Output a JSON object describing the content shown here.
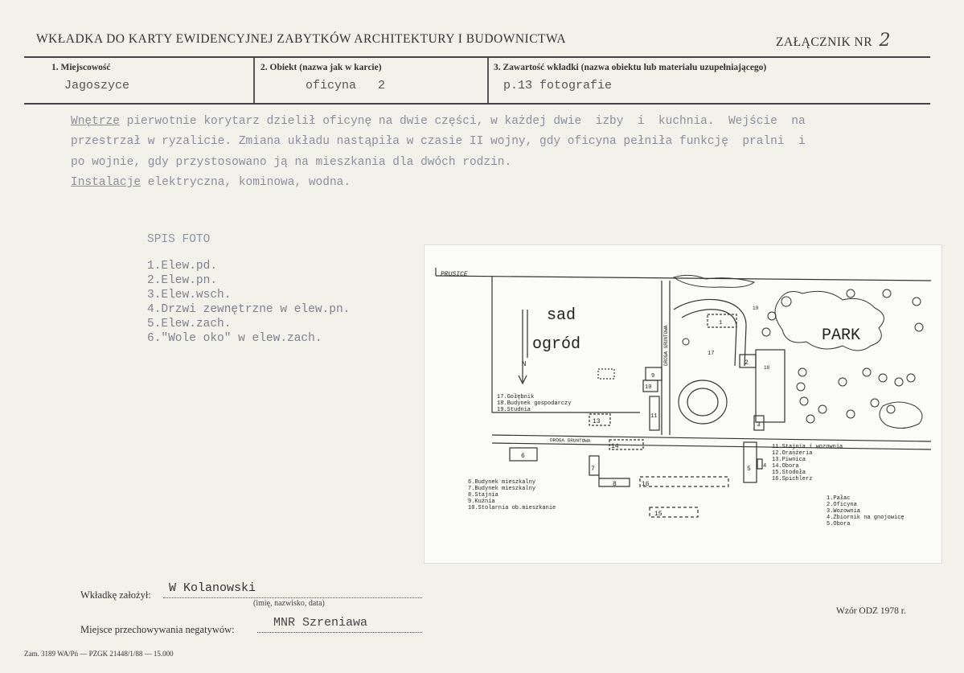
{
  "header": {
    "title": "WKŁADKA DO KARTY EWIDENCYJNEJ ZABYTKÓW ARCHITEKTURY I BUDOWNICTWA",
    "annex_label": "ZAŁĄCZNIK NR",
    "annex_number": "2"
  },
  "fields": {
    "locality": {
      "label": "1. Miejscowość",
      "value": "Jagoszyce"
    },
    "object": {
      "label": "2. Obiekt (nazwa jak w karcie)",
      "value": "oficyna   2"
    },
    "content": {
      "label": "3. Zawartość wkładki (nazwa obiektu lub materiału uzupełniającego)",
      "value": "p.13 fotografie"
    }
  },
  "body": {
    "interior_label": "Wnętrze",
    "line1_rest": " pierwotnie korytarz dzielił oficynę na dwie części, w każdej dwie  izby  i  kuchnia.  Wejście  na",
    "line2": "przestrzał w ryzalicie. Zmiana układu nastąpiła w czasie II wojny, gdy oficyna pełniła funkcję  pralni  i",
    "line3": "po wojnie, gdy przystosowano ją na mieszkania dla dwóch rodzin.",
    "install_label": "Instalacje",
    "line4_rest": " elektryczna, kominowa, wodna."
  },
  "photo_list": {
    "title": "SPIS FOTO",
    "items": [
      "1.Elew.pd.",
      "2.Elew.pn.",
      "3.Elew.wsch.",
      "4.Drzwi zewnętrzne w elew.pn.",
      "5.Elew.zach.",
      "6.\"Wole oko\" w elew.zach."
    ]
  },
  "map": {
    "road_top": "PRUSICE",
    "sad": "sad",
    "ogrod": "ogród",
    "park": "PARK",
    "north": "N",
    "road_vertical": "DROGA GRUNTOWA",
    "road_bottom": "DROGA GRUNTOWA",
    "legend_a": [
      "17.Gołębnik",
      "18.Budynek gospodarczy",
      "19.Studnia"
    ],
    "legend_b": [
      "6.Budynek mieszkalny",
      "7.Budynek mieszkalny",
      "8.Stajnia",
      "9.Kuźnia",
      "10.Stolarnia ob.mieszkanie"
    ],
    "legend_c": [
      "11.Stajnia i wozownia",
      "12.Oranżeria",
      "13.Piwnica",
      "14.Obora",
      "15.Stodoła",
      "16.Spichlerz"
    ],
    "legend_d": [
      "1.Pałac",
      "2.Oficyna",
      "3.Wozownia",
      "4.Zbiornik na gnojowicę",
      "5.Obora"
    ],
    "building_numbers": [
      "1",
      "2",
      "3",
      "4",
      "5",
      "6",
      "7",
      "8",
      "9",
      "10",
      "11",
      "13",
      "14",
      "15",
      "16",
      "17",
      "18",
      "19"
    ]
  },
  "footer": {
    "founder_label": "Wkładkę założył:",
    "founder_value": "W Kolanowski",
    "founder_hint": "(imię, nazwisko, data)",
    "storage_label": "Miejsce przechowywania negatywów:",
    "storage_value": "MNR Szreniawa",
    "pattern": "Wzór ODZ 1978 r.",
    "order": "Zam. 3189 WA/Pń — PZGK 21448/1/88 — 15.000"
  }
}
